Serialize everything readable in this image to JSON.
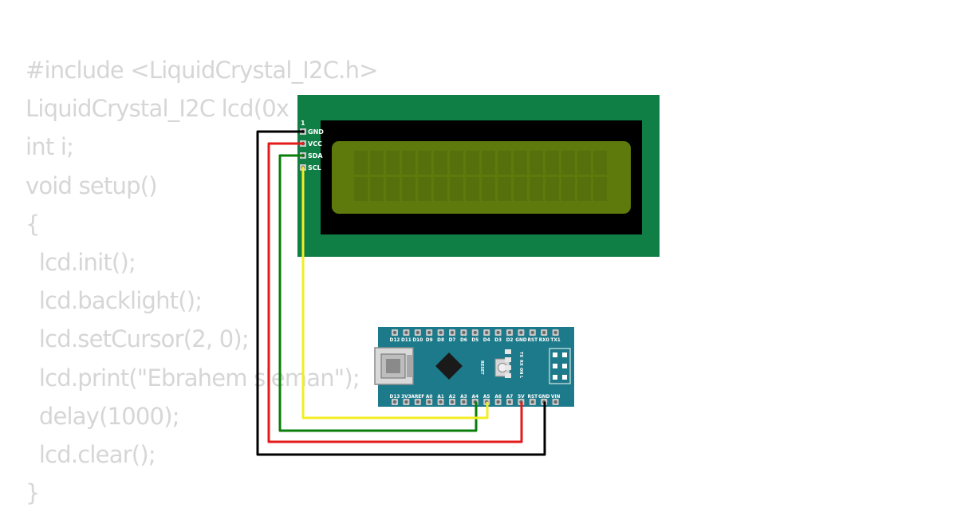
{
  "code_lines": [
    "#include <LiquidCrystal_I2C.h>",
    "LiquidCrystal_I2C lcd(0x",
    "int i;",
    "void setup()",
    "{",
    "  lcd.init();",
    "  lcd.backlight();",
    "  lcd.setCursor(2, 0);",
    "  lcd.print(\"Ebrahem sleman\");",
    "  delay(1000);",
    "  lcd.clear();",
    "}"
  ],
  "lcd": {
    "pin_index_label": "1",
    "pins": [
      "GND",
      "VCC",
      "SDA",
      "SCL"
    ],
    "colors": {
      "pcb": "#0f7f45",
      "bezel": "#000000",
      "screen": "#5e7a0d",
      "cell": "#56700c"
    }
  },
  "nano": {
    "top_labels": [
      "D12",
      "D11",
      "D10",
      "D9",
      "D8",
      "D7",
      "D6",
      "D5",
      "D4",
      "D3",
      "D2",
      "GND",
      "RST",
      "RX0",
      "TX1"
    ],
    "bottom_labels": [
      "D13",
      "3V3",
      "AREF",
      "A0",
      "A1",
      "A2",
      "A3",
      "A4",
      "A5",
      "A6",
      "A7",
      "5V",
      "RST",
      "GND",
      "VIN"
    ],
    "reset_label": "RESET",
    "led_labels": [
      "TX",
      "RX",
      "ON",
      "L"
    ],
    "colors": {
      "board": "#1d7a8a"
    }
  },
  "wires": {
    "gnd": "#000000",
    "vcc": "#e31b1b",
    "sda": "#0a7d0a",
    "scl": "#f2ee22"
  }
}
